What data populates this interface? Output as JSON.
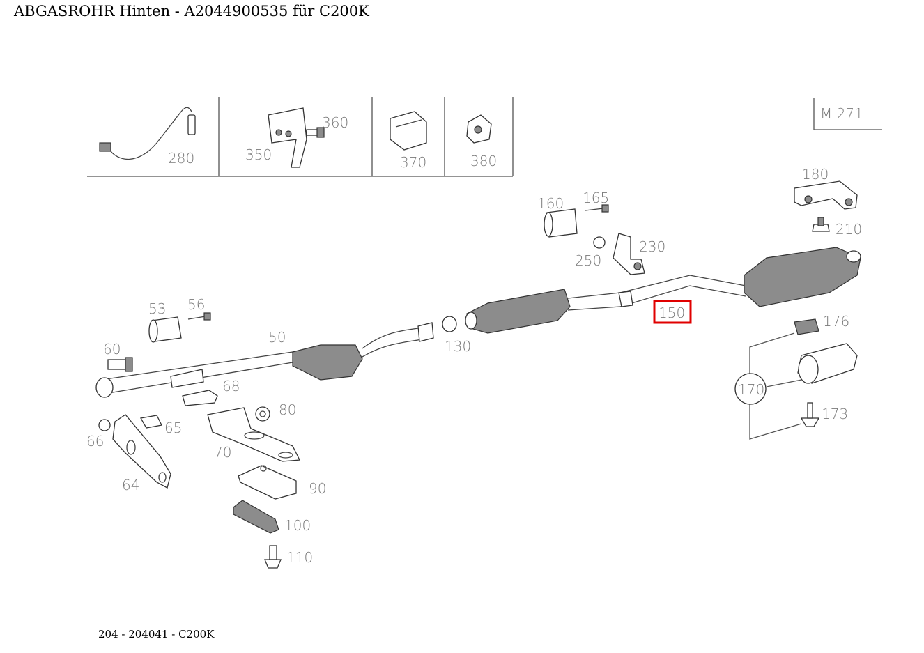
{
  "header": {
    "title": "ABGASROHR Hinten - A2044900535 für C200K"
  },
  "footer": {
    "text": "204 - 204041 - C200K"
  },
  "engine_badge": "M 271",
  "highlight": {
    "label": "150",
    "color": "#e00000"
  },
  "callouts": {
    "p280": "280",
    "p350": "350",
    "p360": "360",
    "p370": "370",
    "p380": "380",
    "p160": "160",
    "p165": "165",
    "p180": "180",
    "p210": "210",
    "p230": "230",
    "p250": "250",
    "p176": "176",
    "p170": "170",
    "p173": "173",
    "p53": "53",
    "p56": "56",
    "p50": "50",
    "p60": "60",
    "p130": "130",
    "p68": "68",
    "p80": "80",
    "p66": "66",
    "p65": "65",
    "p70": "70",
    "p64": "64",
    "p90": "90",
    "p100": "100",
    "p110": "110"
  }
}
